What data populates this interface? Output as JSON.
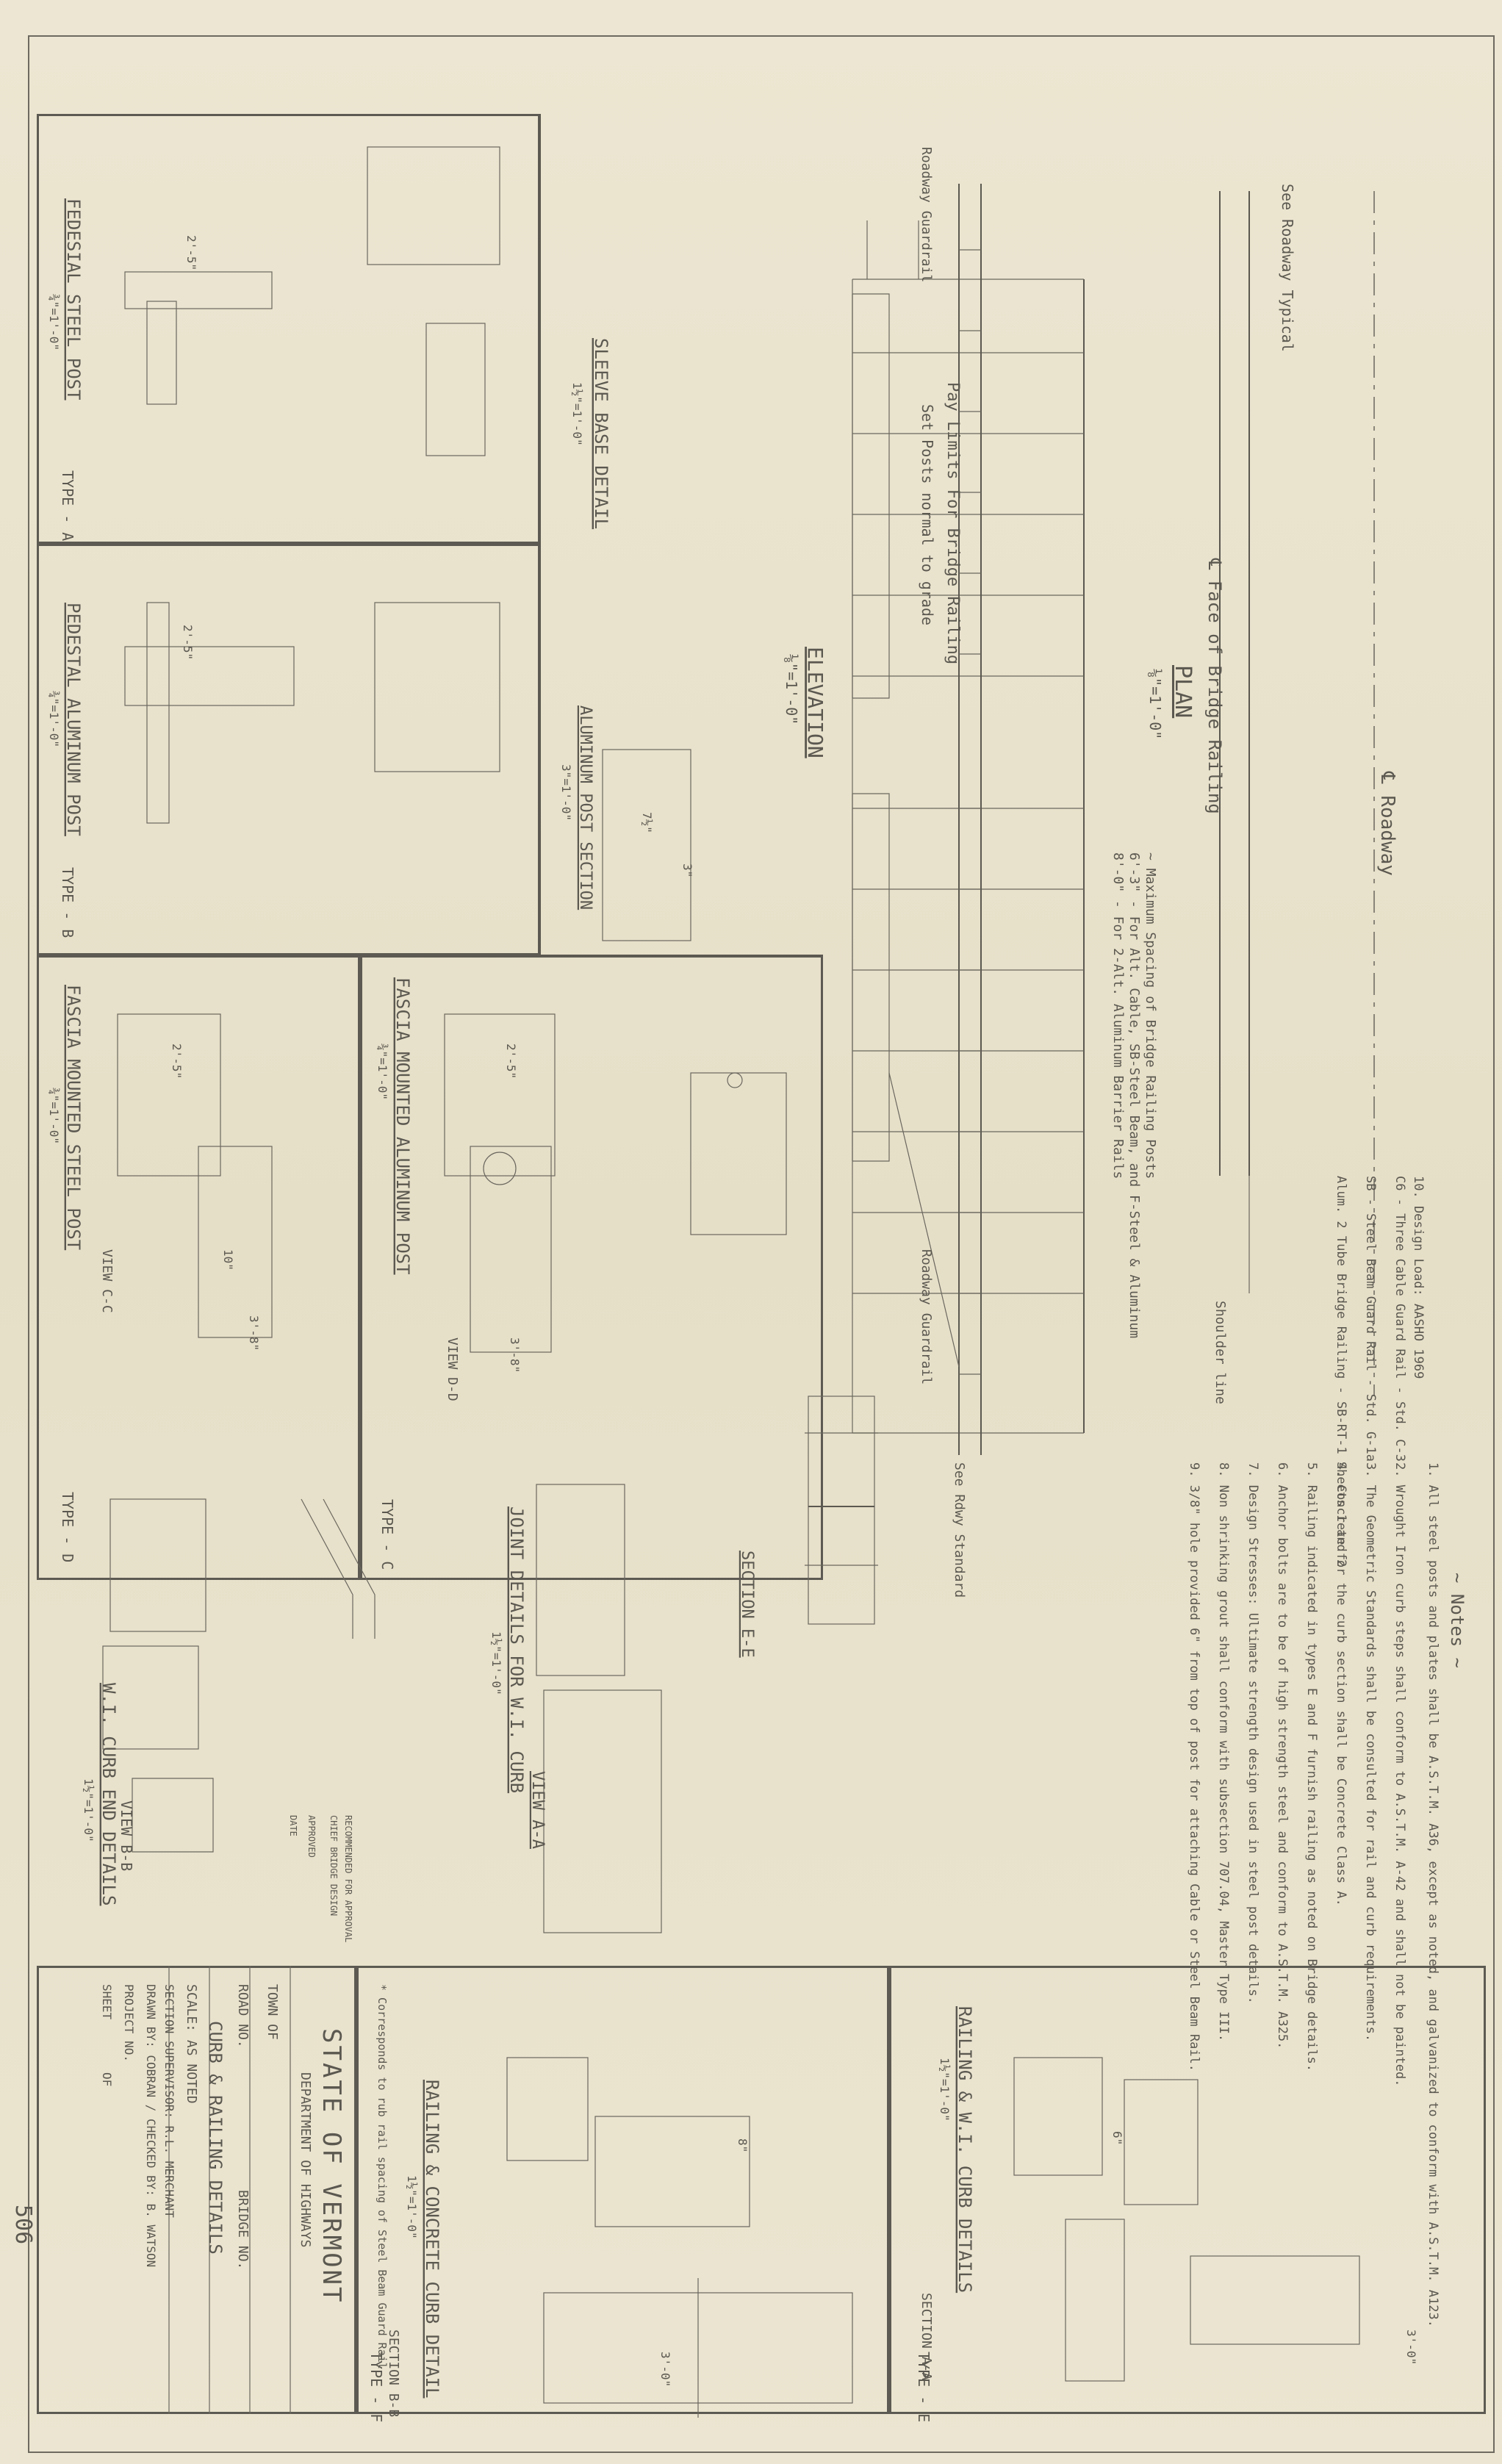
{
  "sheet_number": "506",
  "title_block": {
    "state": "STATE OF VERMONT",
    "department": "DEPARTMENT OF HIGHWAYS",
    "town_label": "TOWN OF",
    "road_label": "ROAD NO.",
    "bridge_label": "BRIDGE NO.",
    "drawing_title": "CURB & RAILING DETAILS",
    "scale": "SCALE: AS NOTED",
    "section_supervisor": "SECTION SUPERVISOR: R.L. MERCHANT",
    "drawn_by": "DRAWN BY: COBRAN / CHECKED BY: B. WATSON",
    "project_label": "PROJECT NO.",
    "sheet_label": "SHEET",
    "of_label": "OF"
  },
  "approvals": {
    "recommended": "RECOMMENDED FOR APPROVAL",
    "chief_bridge": "CHIEF BRIDGE DESIGN",
    "approved": "APPROVED",
    "date": "DATE"
  },
  "plan": {
    "roadway_cl": "℄ Roadway",
    "bridge_railing": "℄ Face of Bridge Railing",
    "title": "PLAN",
    "scale": "⅛\"=1'-0\"",
    "see_roadway": "See Roadway Typical",
    "shoulder_line": "Shoulder line",
    "spacing_note_1": "~ Maximum Spacing of Bridge Railing Posts",
    "spacing_note_2": "6'-3\" - For Alt. Cable, SB-Steel Beam, and F-Steel & Aluminum",
    "spacing_note_3": "8'-0\" - For 2-Alt. Aluminum Barrier Rails"
  },
  "elevation": {
    "title": "ELEVATION",
    "scale": "⅛\"=1'-0\"",
    "pay_limits": "Pay Limits For Bridge Railing",
    "set_posts": "Set Posts normal to grade",
    "roadway_guardrail_left": "Roadway Guardrail",
    "roadway_guardrail_right": "Roadway Guardrail",
    "see_rdwy": "See Rdwy Standard"
  },
  "notes": {
    "heading": "~ Notes ~",
    "items": [
      "1. All steel posts and plates shall be A.S.T.M. A36, except as noted, and galvanized to conform with A.S.T.M. A123.",
      "2. Wrought Iron curb steps shall conform to A.S.T.M. A-42 and shall not be painted.",
      "3. The Geometric Standards shall be consulted for rail and curb requirements.",
      "4. Concrete for the curb section shall be Concrete Class A.",
      "5. Railing indicated in types E and F furnish railing as noted on Bridge details.",
      "6. Anchor bolts are to be of high strength steel and conform to A.S.T.M. A325.",
      "7. Design Stresses: Ultimate strength design used in steel post details.",
      "8. Non shrinking grout shall conform with subsection 707.04, Master Type III.",
      "9. 3/8\" hole provided 6\" from top of post for attaching Cable or Steel Beam Rail."
    ]
  },
  "design_load": {
    "line1": "10. Design Load: AASHO 1969",
    "line2": "C6 - Three Cable Guard Rail - Std. C-3",
    "line3": "SB - Steel Beam Guard Rail - Std. G-1a",
    "line4": "Alum. 2 Tube Bridge Railing - SB-RT-1 Sheets 1 and 2"
  },
  "details": {
    "fedesial_steel": "FEDESIAL STEEL POST",
    "fedesial_scale": "¾\"=1'-0\"",
    "type_a": "TYPE - A",
    "sleeve_base": "SLEEVE BASE DETAIL",
    "sleeve_scale": "1½\"=1'-0\"",
    "pedestal_alum": "PEDESTAL ALUMINUM POST",
    "pedestal_scale": "¾\"=1'-0\"",
    "type_b": "TYPE - B",
    "alum_post_section": "ALUMINUM POST SECTION",
    "alum_post_scale": "3\"=1'-0\"",
    "fascia_alum": "FASCIA MOUNTED ALUMINUM POST",
    "fascia_alum_scale": "¾\"=1'-0\"",
    "type_c": "TYPE - C",
    "view_dd": "VIEW D-D",
    "fascia_steel": "FASCIA MOUNTED STEEL POST",
    "fascia_steel_scale": "¾\"=1'-0\"",
    "type_d": "TYPE - D",
    "view_cc": "VIEW C-C",
    "joint_details": "JOINT DETAILS FOR W.I. CURB",
    "joint_scale": "1½\"=1'-0\"",
    "section_ee": "SECTION E-E",
    "view_aa": "VIEW A-A",
    "wi_curb_end": "W.I. CURB END DETAILS",
    "wi_curb_scale": "1½\"=1'-0\"",
    "view_bb": "VIEW B-B",
    "railing_wi": "RAILING & W.I. CURB DETAILS",
    "railing_wi_scale": "1½\"=1'-0\"",
    "type_e": "TYPE - E",
    "railing_conc": "RAILING & CONCRETE CURB DETAIL",
    "railing_conc_scale": "1½\"=1'-0\"",
    "type_f": "TYPE - F",
    "section_bb": "SECTION B-B",
    "section_aa": "SECTION A-A",
    "corresponds": "* Corresponds to rub rail spacing of Steel Beam Guard Rail"
  },
  "dims": {
    "d_2_5": "2'-5\"",
    "d_3_8": "3'-8\"",
    "d_3_0": "3'-0\"",
    "d_10": "10\"",
    "d_7_5": "7½\"",
    "d_3": "3\"",
    "d_6": "6\"",
    "d_8": "8\""
  }
}
